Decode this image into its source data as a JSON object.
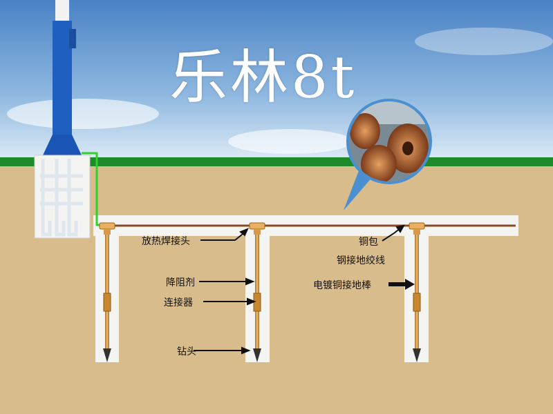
{
  "title": "乐林8t",
  "labels": {
    "exothermic_joint": "放热焊接头",
    "resistance_reducer": "降阻剂",
    "connector": "连接器",
    "drill_bit": "钻头",
    "wire_line1": "铜包",
    "wire_line2": "钢接地绞线",
    "ground_rod": "电镀铜接地棒"
  },
  "colors": {
    "sky_top": "#4f86c6",
    "sky_bottom": "#cfe2f3",
    "grass": "#1f8a2a",
    "soil": "#d9bc8c",
    "trench": "#f4f4f2",
    "copper": "#c98a3a",
    "pole": "#1f5fbf"
  }
}
